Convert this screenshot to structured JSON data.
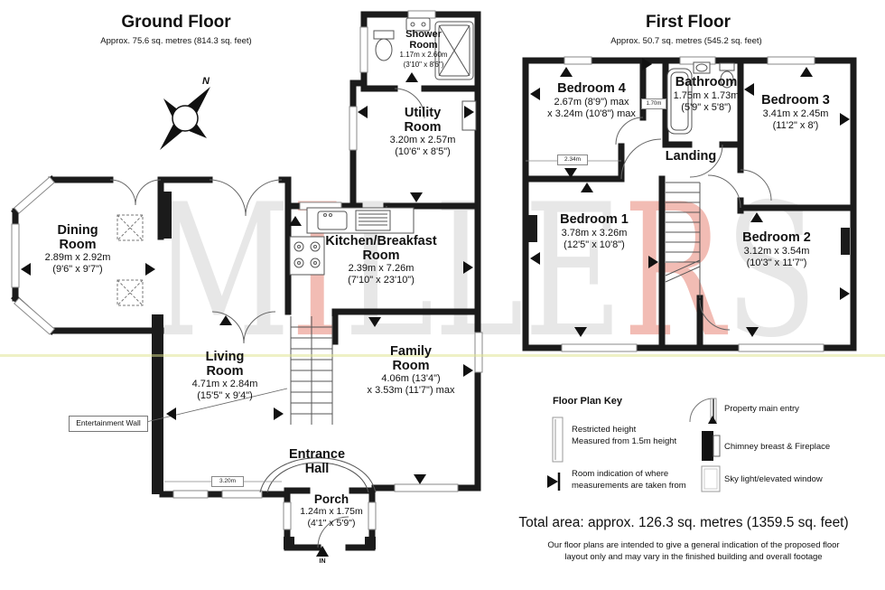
{
  "ground_floor": {
    "title": "Ground Floor",
    "subtitle": "Approx. 75.6 sq. metres (814.3 sq. feet)",
    "compass_north": "N",
    "rooms": {
      "shower_room": {
        "name_line1": "Shower",
        "name_line2": "Room",
        "dim_metric": "1.17m x 2.60m",
        "dim_imperial": "(3'10\" x 8'6\")"
      },
      "utility_room": {
        "name_line1": "Utility",
        "name_line2": "Room",
        "dim_metric": "3.20m x 2.57m",
        "dim_imperial": "(10'6\" x 8'5\")"
      },
      "kitchen_breakfast_room": {
        "name_line1": "Kitchen/Breakfast",
        "name_line2": "Room",
        "dim_metric": "2.39m x 7.26m",
        "dim_imperial": "(7'10\" x 23'10\")"
      },
      "dining_room": {
        "name_line1": "Dining",
        "name_line2": "Room",
        "dim_metric": "2.89m x 2.92m",
        "dim_imperial": "(9'6\" x 9'7\")"
      },
      "living_room": {
        "name_line1": "Living",
        "name_line2": "Room",
        "dim_metric": "4.71m x 2.84m",
        "dim_imperial": "(15'5\" x 9'4\")"
      },
      "family_room": {
        "name_line1": "Family",
        "name_line2": "Room",
        "dim_metric": "4.06m (13'4\")",
        "dim_imperial": "x 3.53m (11'7\") max"
      },
      "entrance_hall": {
        "name_line1": "Entrance",
        "name_line2": "Hall"
      },
      "porch": {
        "name_line1": "Porch",
        "dim_metric": "1.24m x 1.75m",
        "dim_imperial": "(4'1\" x 5'9\")"
      }
    },
    "annotations": {
      "entertainment_wall": "Entertainment Wall",
      "entry_label": "IN",
      "dim_living_width": "3.20m"
    }
  },
  "first_floor": {
    "title": "First Floor",
    "subtitle": "Approx. 50.7 sq. metres (545.2 sq. feet)",
    "rooms": {
      "bedroom_4": {
        "name_line1": "Bedroom 4",
        "dim_metric": "2.67m (8'9\") max",
        "dim_imperial": "x 3.24m (10'8\") max"
      },
      "bathroom": {
        "name_line1": "Bathroom",
        "dim_metric": "1.75m x 1.73m",
        "dim_imperial": "(5'9\" x 5'8\")"
      },
      "bedroom_3": {
        "name_line1": "Bedroom 3",
        "dim_metric": "3.41m x 2.45m",
        "dim_imperial": "(11'2\" x 8')"
      },
      "landing": {
        "name_line1": "Landing"
      },
      "bedroom_1": {
        "name_line1": "Bedroom 1",
        "dim_metric": "3.78m x 3.26m",
        "dim_imperial": "(12'5\" x 10'8\")"
      },
      "bedroom_2": {
        "name_line1": "Bedroom 2",
        "dim_metric": "3.12m x 3.54m",
        "dim_imperial": "(10'3\" x 11'7\")"
      }
    },
    "annotations": {
      "dim_bedroom4_width": "2.34m",
      "dim_shaft": "1.70m"
    }
  },
  "key": {
    "title": "Floor Plan Key",
    "items": [
      {
        "icon": "restricted-height-icon",
        "line1": "Restricted height",
        "line2": "Measured from 1.5m height"
      },
      {
        "icon": "measurement-arrow-icon",
        "line1": "Room indication of where",
        "line2": "measurements are taken from"
      },
      {
        "icon": "main-entry-icon",
        "line1": "Property main entry"
      },
      {
        "icon": "chimney-icon",
        "line1": "Chimney breast & Fireplace"
      },
      {
        "icon": "skylight-icon",
        "line1": "Sky light/elevated window"
      }
    ]
  },
  "footer": {
    "total_area": "Total area: approx. 126.3 sq. metres (1359.5 sq. feet)",
    "disclaimer_line1": "Our floor plans are intended to give a general indication of the proposed floor",
    "disclaimer_line2": "layout only and may vary in the finished building and overall footage"
  },
  "watermark": {
    "letters": [
      "M",
      "I",
      "L",
      "L",
      "E",
      "R",
      "S"
    ]
  },
  "colors": {
    "wall": "#1b1b1b",
    "watermark_gray": "#e7e7e7",
    "watermark_red": "#f2bcb4",
    "highlight_line": "#dee48c"
  }
}
